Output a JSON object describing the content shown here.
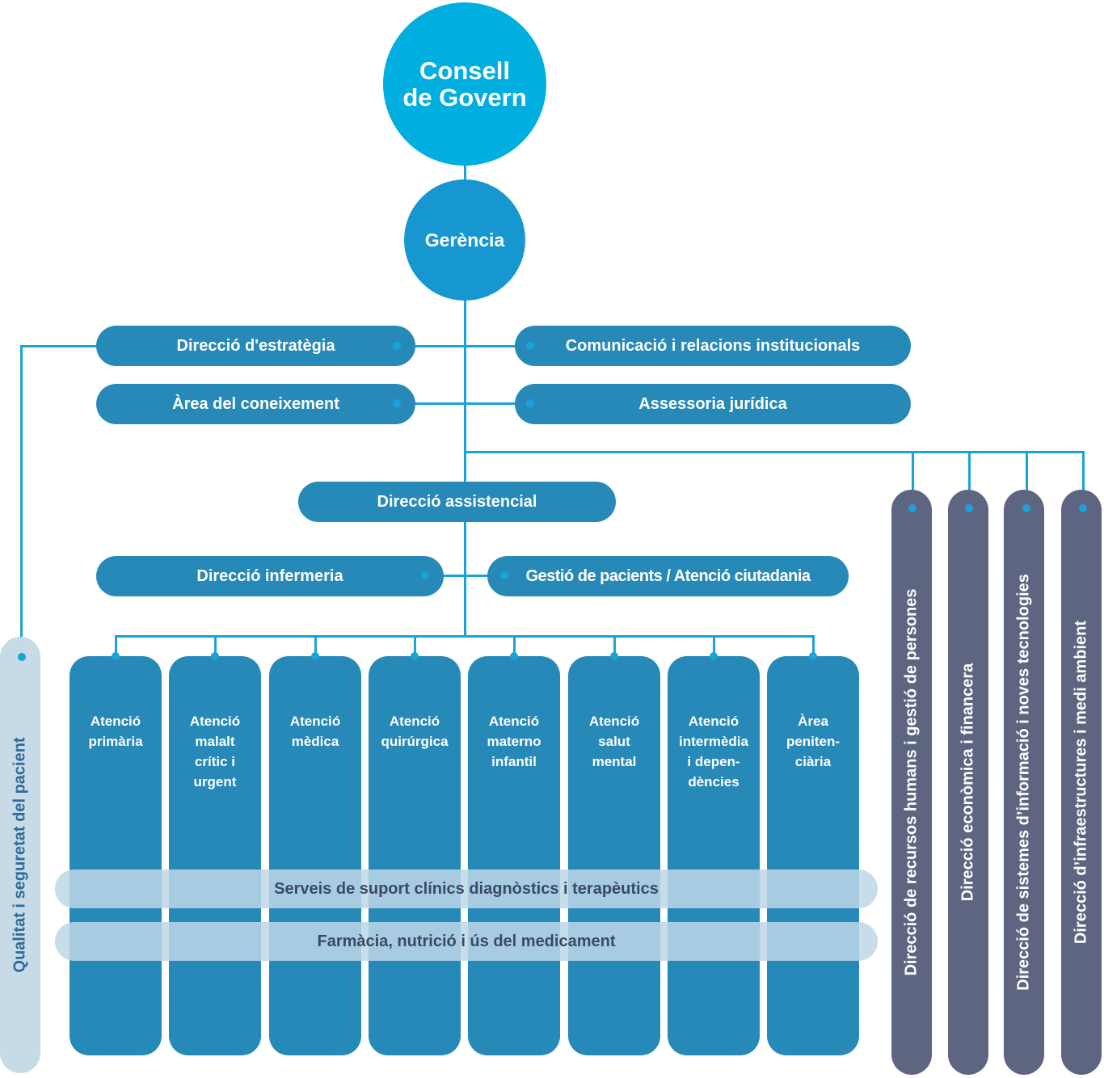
{
  "top": {
    "consell": "Consell\nde Govern",
    "gerencia": "Gerència"
  },
  "staff": {
    "estrategia": "Direcció d'estratègia",
    "comunicacio": "Comunicació i relacions institucionals",
    "coneixement": "Àrea del coneixement",
    "juridica": "Assessoria jurídica"
  },
  "assistencial": "Direcció assistencial",
  "infermeria": "Direcció infermeria",
  "gestio": "Gestió de pacients / Atenció ciutadania",
  "areas": [
    "Atenció\nprimària",
    "Atenció\nmalalt\ncrític i\nurgent",
    "Atenció\nmèdica",
    "Atenció\nquirúrgica",
    "Atenció\nmaterno\ninfantil",
    "Atenció\nsalut\nmental",
    "Atenció\nintermèdia\ni depen-\ndències",
    "Àrea\npeniten-\nciària"
  ],
  "bands": [
    "Serveis de suport clínics diagnòstics i terapèutics",
    "Farmàcia, nutrició i ús del medicament"
  ],
  "right_directions": [
    "Direcció de recursos humans i gestió de persones",
    "Direcció econòmica i financera",
    "Direcció de sistemes d’informació i noves tecnologies",
    "Direcció d’infraestructures i medi ambient"
  ],
  "quality": "Qualitat i seguretat del pacient",
  "colors": {
    "line": "#1aa3d9",
    "circle_top": "#00aee0",
    "circle_mid": "#1797cf",
    "pill": "#2789b8",
    "right_bar": "#5d6580",
    "quality_bar": "#c7dbe7"
  }
}
